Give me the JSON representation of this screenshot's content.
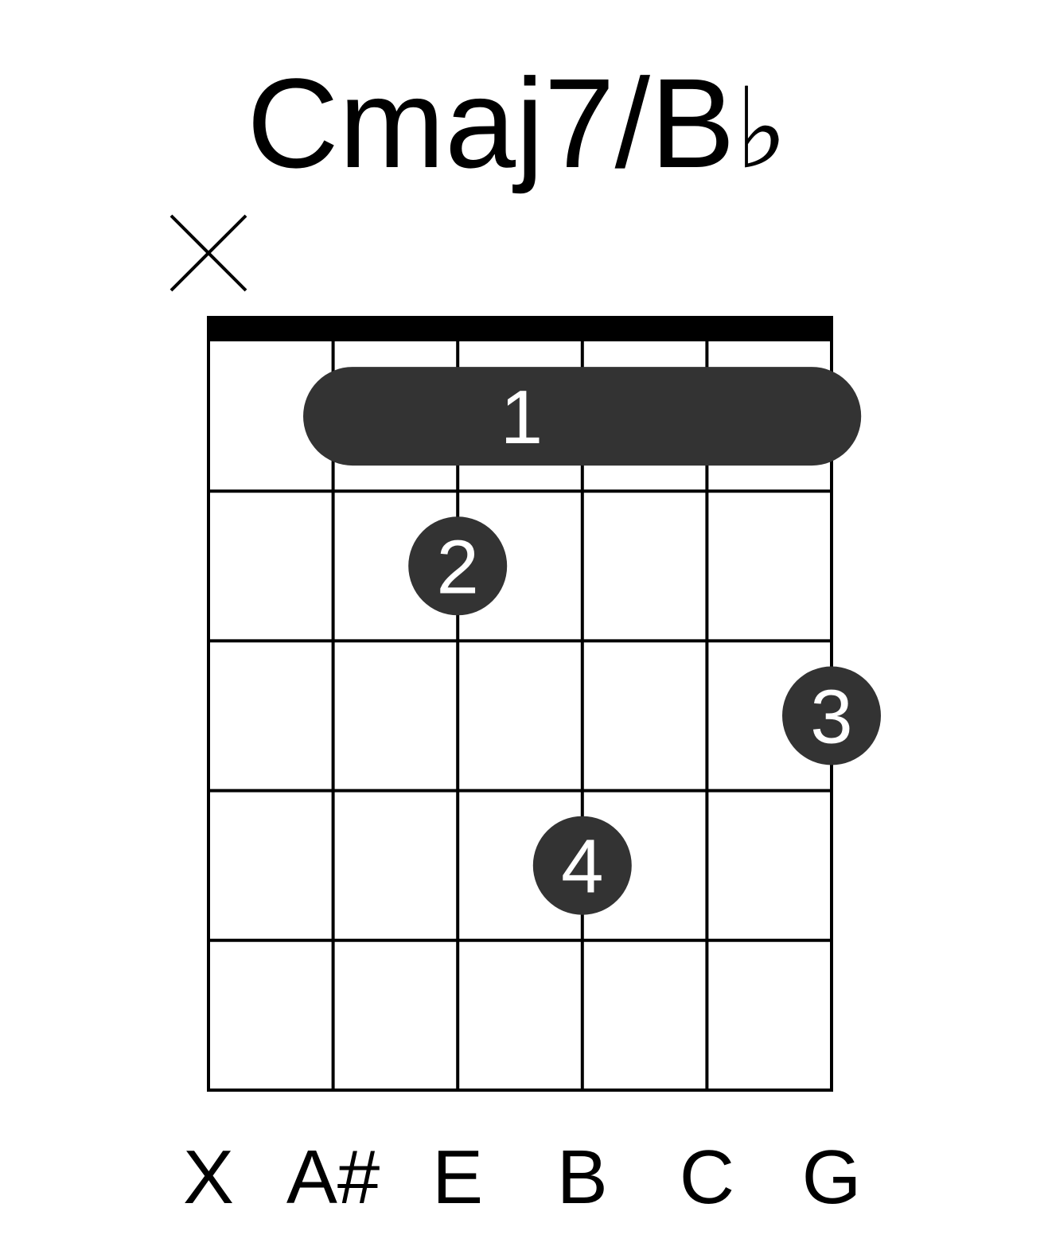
{
  "chord": {
    "root_name": "Cmaj7/B",
    "accidental": "♭"
  },
  "diagram": {
    "num_strings": 6,
    "num_frets": 5,
    "muted_strings": [
      1
    ],
    "barre": {
      "fret": 1,
      "from_string": 2,
      "to_string": 6,
      "finger": "1"
    },
    "fingers": [
      {
        "string": 3,
        "fret": 2,
        "finger": "2"
      },
      {
        "string": 6,
        "fret": 3,
        "finger": "3"
      },
      {
        "string": 4,
        "fret": 4,
        "finger": "4"
      }
    ],
    "string_notes": [
      "X",
      "A#",
      "E",
      "B",
      "C",
      "G"
    ]
  },
  "colors": {
    "marker": "#333333",
    "marker_text": "#ffffff",
    "grid": "#000000",
    "background": "#ffffff"
  }
}
